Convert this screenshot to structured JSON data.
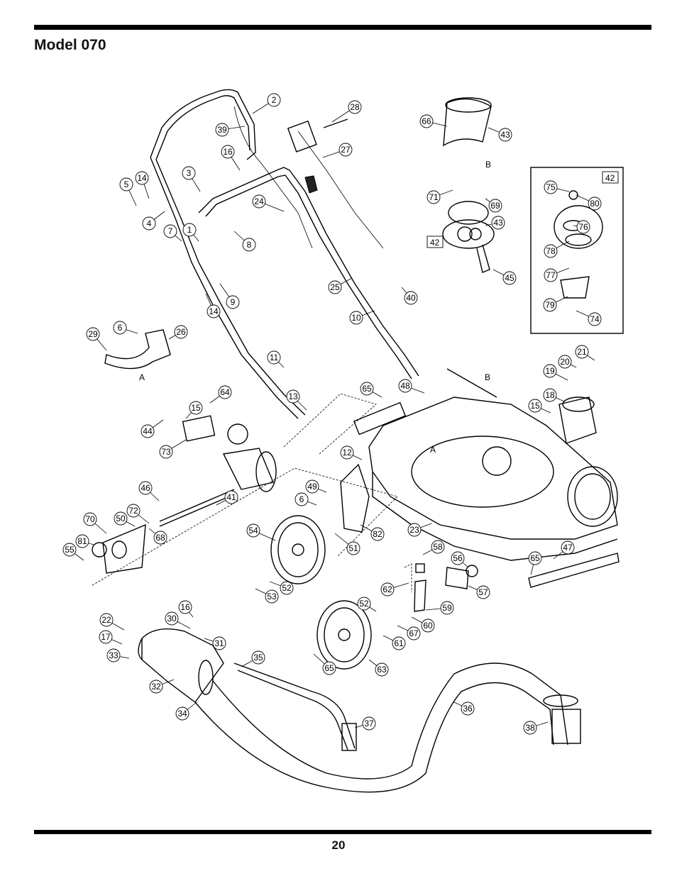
{
  "page": {
    "title": "Model 070",
    "page_number": "20"
  },
  "diagram": {
    "callouts": [
      "2",
      "28",
      "39",
      "16",
      "27",
      "66",
      "43",
      "5",
      "14",
      "3",
      "24",
      "71",
      "69",
      "4",
      "7",
      "1",
      "8",
      "43",
      "42",
      "45",
      "75",
      "80",
      "76",
      "78",
      "77",
      "79",
      "74",
      "25",
      "40",
      "14",
      "9",
      "10",
      "29",
      "6",
      "26",
      "11",
      "21",
      "20",
      "19",
      "18",
      "15",
      "65",
      "48",
      "13",
      "64",
      "15",
      "44",
      "73",
      "12",
      "49",
      "6",
      "82",
      "46",
      "41",
      "72",
      "50",
      "68",
      "70",
      "81",
      "55",
      "54",
      "51",
      "23",
      "58",
      "56",
      "65",
      "47",
      "62",
      "57",
      "52",
      "53",
      "52",
      "59",
      "60",
      "61",
      "67",
      "16",
      "22",
      "30",
      "31",
      "17",
      "33",
      "35",
      "65",
      "63",
      "32",
      "34",
      "36",
      "37",
      "38"
    ],
    "letters": [
      "B",
      "B",
      "A",
      "A"
    ],
    "box_labels": [
      "42",
      "42"
    ]
  }
}
